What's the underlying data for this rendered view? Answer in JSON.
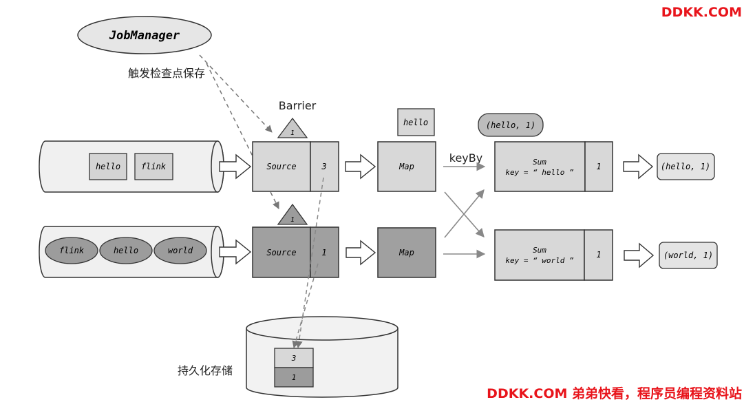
{
  "watermark_top": "DDKK.COM",
  "watermark_bottom": "DDKK.COM 弟弟快看，程序员编程资料站",
  "job_manager": "JobManager",
  "trigger_label": "触发检查点保存",
  "barrier_label": "Barrier",
  "barrier_number": "1",
  "top_row": {
    "stream_items": [
      "hello",
      "flink"
    ],
    "source_label": "Source",
    "source_state": "3",
    "map_label": "Map",
    "map_emit": "hello",
    "sum_emit": "(hello, 1)",
    "sum_label": "Sum",
    "sum_key": "key = “ hello ”",
    "sum_state": "1",
    "output": "(hello, 1)"
  },
  "bottom_row": {
    "stream_items": [
      "flink",
      "hello",
      "world"
    ],
    "source_label": "Source",
    "source_state": "1",
    "map_label": "Map",
    "sum_label": "Sum",
    "sum_key": "key = “ world ”",
    "sum_state": "1",
    "output": "(world, 1)"
  },
  "keyby_label": "keyBy",
  "storage": {
    "label": "持久化存储",
    "entries": [
      "3",
      "1"
    ]
  }
}
